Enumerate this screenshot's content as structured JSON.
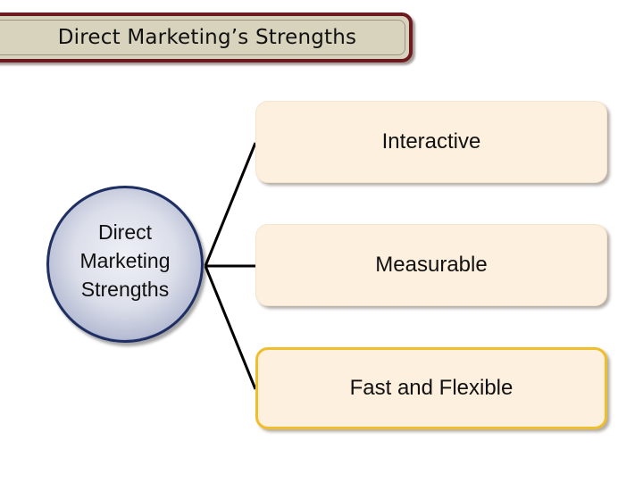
{
  "title": "Direct Marketing’s Strengths",
  "hub": {
    "lines": [
      "Direct",
      "Marketing",
      "Strengths"
    ]
  },
  "items": [
    {
      "label": "Interactive",
      "highlighted": false
    },
    {
      "label": "Measurable",
      "highlighted": false
    },
    {
      "label": "Fast and Flexible",
      "highlighted": true
    }
  ],
  "colors": {
    "title_border": "#6e1b20",
    "title_fill": "#d8d3bd",
    "box_fill": "#fdf0de",
    "highlight_border": "#f0be2a",
    "hub_border": "#1f2f63"
  }
}
